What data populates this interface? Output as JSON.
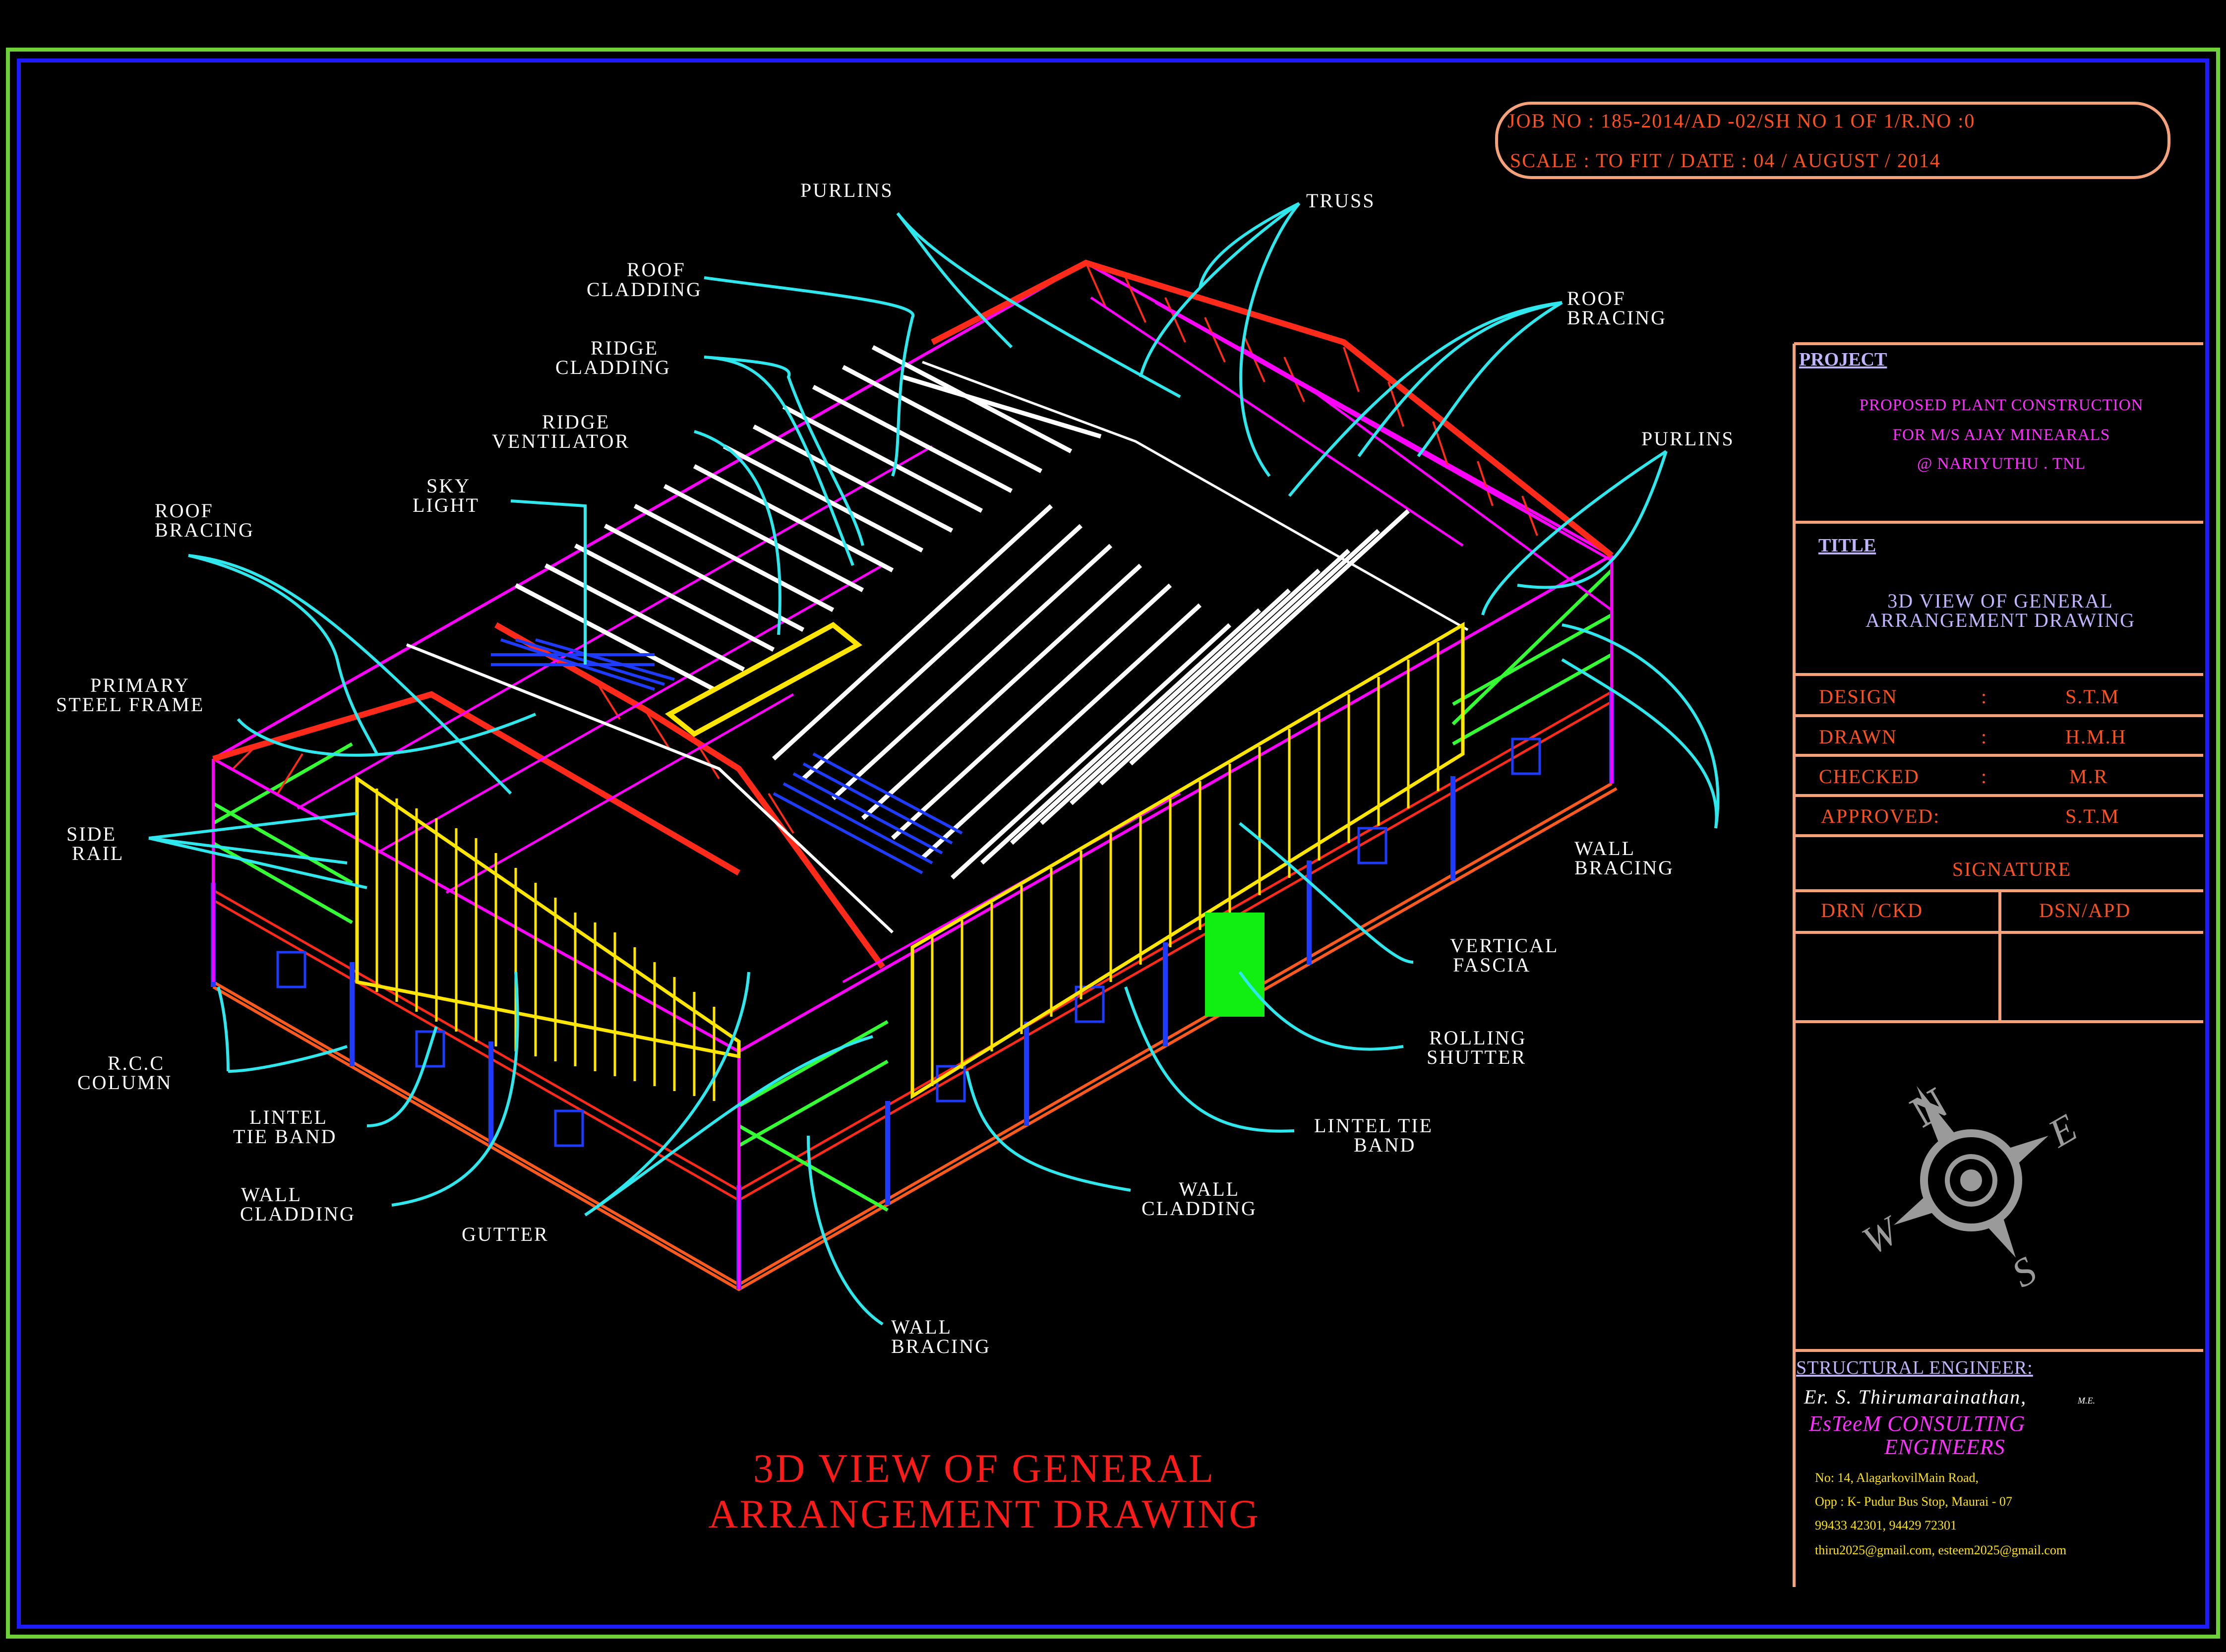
{
  "colors": {
    "outer_border": "#6fd13a",
    "inner_border": "#1c1cff",
    "truss": "#ff2a1a",
    "purlin": "#ff00ff",
    "leader": "#2ee8ee",
    "cladding_yellow": "#ffe600",
    "column_blue": "#1e3cff",
    "wall_bracing": "#33ff33",
    "base_orange": "#ff5a1e",
    "tb_border": "#f5a27a",
    "tb_red": "#ff5020",
    "tb_magenta": "#ff30ff",
    "tb_lavender": "#c0b6ff"
  },
  "header": {
    "job_line": "JOB NO : 185-2014/AD -02/SH NO 1 OF 1/R.NO :0",
    "scale_line": "SCALE : TO FIT / DATE : 04 / AUGUST / 2014"
  },
  "labels": {
    "purlins_top": "PURLINS",
    "truss": "TRUSS",
    "roof_cladding_1": "ROOF",
    "roof_cladding_2": "CLADDING",
    "ridge_cladding_1": "RIDGE",
    "ridge_cladding_2": "CLADDING",
    "ridge_ventilator_1": "RIDGE",
    "ridge_ventilator_2": "VENTILATOR",
    "sky_light_1": "SKY",
    "sky_light_2": "LIGHT",
    "roof_bracing_left_1": "ROOF",
    "roof_bracing_left_2": "BRACING",
    "roof_bracing_right_1": "ROOF",
    "roof_bracing_right_2": "BRACING",
    "purlins_right": "PURLINS",
    "primary_frame_1": "PRIMARY",
    "primary_frame_2": "STEEL FRAME",
    "side_rail_1": "SIDE",
    "side_rail_2": "RAIL",
    "rcc_column_1": "R.C.C",
    "rcc_column_2": "COLUMN",
    "lintel_left_1": "LINTEL",
    "lintel_left_2": "TIE BAND",
    "wall_cladding_left_1": "WALL",
    "wall_cladding_left_2": "CLADDING",
    "gutter": "GUTTER",
    "wall_bracing_bottom_1": "WALL",
    "wall_bracing_bottom_2": "BRACING",
    "wall_cladding_mid_1": "WALL",
    "wall_cladding_mid_2": "CLADDING",
    "lintel_right_1": "LINTEL TIE",
    "lintel_right_2": "BAND",
    "rolling_shutter_1": "ROLLING",
    "rolling_shutter_2": "SHUTTER",
    "vertical_fascia_1": "VERTICAL",
    "vertical_fascia_2": "FASCIA",
    "wall_bracing_right_1": "WALL",
    "wall_bracing_right_2": "BRACING"
  },
  "main_title": {
    "line1": "3D VIEW OF GENERAL",
    "line2": "ARRANGEMENT DRAWING"
  },
  "title_block": {
    "project_heading": "PROJECT",
    "project_lines": [
      "PROPOSED PLANT CONSTRUCTION",
      "FOR M/S AJAY MINEARALS",
      "@ NARIYUTHU . TNL"
    ],
    "title_heading": "TITLE",
    "title_lines": [
      "3D VIEW OF GENERAL",
      "ARRANGEMENT DRAWING"
    ],
    "rows": [
      {
        "label": "DESIGN",
        "sep": ":",
        "value": "S.T.M"
      },
      {
        "label": "DRAWN",
        "sep": ":",
        "value": "H.M.H"
      },
      {
        "label": "CHECKED",
        "sep": ":",
        "value": "M.R"
      },
      {
        "label": "APPROVED:",
        "sep": "",
        "value": "S.T.M"
      }
    ],
    "signature": "SIGNATURE",
    "drn_ckd": "DRN /CKD",
    "dsn_apd": "DSN/APD",
    "compass": {
      "n": "N",
      "e": "E",
      "s": "S",
      "w": "W"
    },
    "engineer_heading": "STRUCTURAL ENGINEER:",
    "engineer_name": "Er. S. Thirumarainathan,",
    "engineer_degree": "M.E.",
    "firm_1": "EsTeeM CONSULTING",
    "firm_2": "ENGINEERS",
    "address_lines": [
      "No: 14, AlagarkovilMain Road,",
      "Opp : K- Pudur Bus Stop, Maurai - 07",
      "99433 42301, 94429 72301",
      "thiru2025@gmail.com, esteem2025@gmail.com"
    ]
  }
}
